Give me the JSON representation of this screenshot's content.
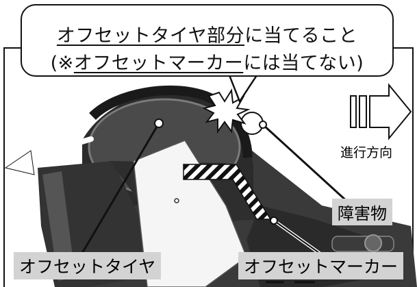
{
  "callout": {
    "line1_underlined": "オフセットタイヤ部分",
    "line1_rest": "に当てること",
    "line2_open": "(※",
    "line2_underlined": "オフセットマーカー",
    "line2_rest": "には当てない)"
  },
  "labels": {
    "direction": "進行方向",
    "obstacle": "障害物",
    "offset_tire": "オフセットタイヤ",
    "offset_marker": "オフセットマーカー"
  }
}
